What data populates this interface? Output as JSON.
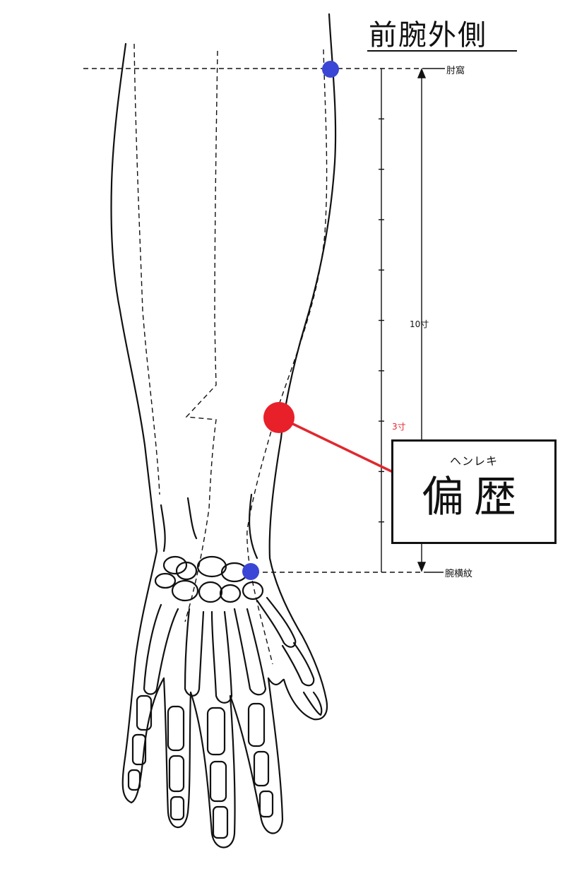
{
  "title": "前腕外側",
  "landmarks": {
    "elbow_crease": "肘窩",
    "wrist_crease": "腕横紋"
  },
  "measurements": {
    "total_length": "10寸",
    "point_distance": "3寸"
  },
  "acupoint": {
    "reading": "ヘンレキ",
    "name": "偏歴"
  },
  "colors": {
    "acupoint_marker": "#e8202a",
    "landmark_marker": "#3a46d6",
    "leader_line": "#e0282e",
    "linework": "#111111"
  }
}
